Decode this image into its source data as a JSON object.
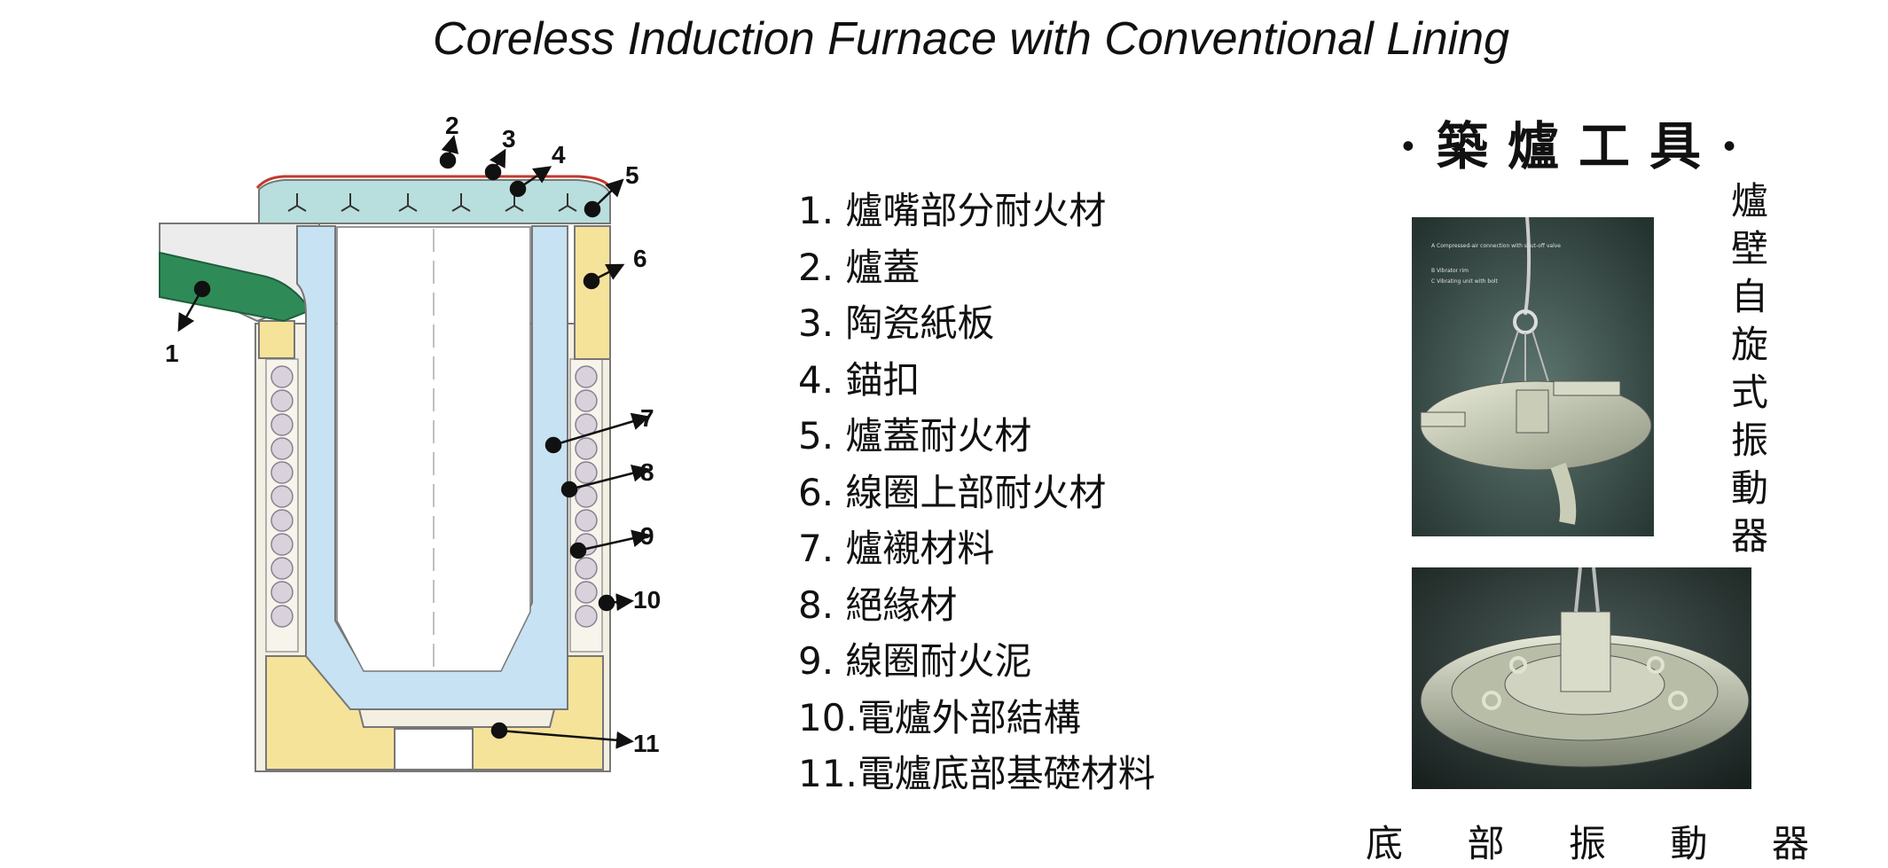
{
  "title": "Coreless Induction Furnace with Conventional Lining",
  "callouts": [
    "1",
    "2",
    "3",
    "4",
    "5",
    "6",
    "7",
    "8",
    "9",
    "10",
    "11"
  ],
  "legend": [
    "1.  爐嘴部分耐火材",
    "2.  爐蓋",
    "3.  陶瓷紙板",
    "4.  錨扣",
    "5.  爐蓋耐火材",
    "6.  線圈上部耐火材",
    "7.  爐襯材料",
    "8.  絕緣材",
    "9.  線圈耐火泥",
    "10.電爐外部結構",
    "11.電爐底部基礎材料"
  ],
  "tools": {
    "title": "·築爐工具·",
    "wall_vibrator": "爐壁自旋式振動器",
    "bottom_vibrator": [
      "底",
      "部",
      "振",
      "動",
      "器"
    ],
    "photo_caption": {
      "a": "A  Compressed-air connection with shut-off valve",
      "b": "B  Vibrator rim",
      "c": "C  Vibrating unit with bolt"
    }
  },
  "colors": {
    "lid": "#b9dede",
    "lining": "#c7e2f2",
    "refractory_yellow": "#f6e39a",
    "spout_green": "#2e8b57",
    "coil": "#d9d2dc",
    "outline": "#777777"
  }
}
